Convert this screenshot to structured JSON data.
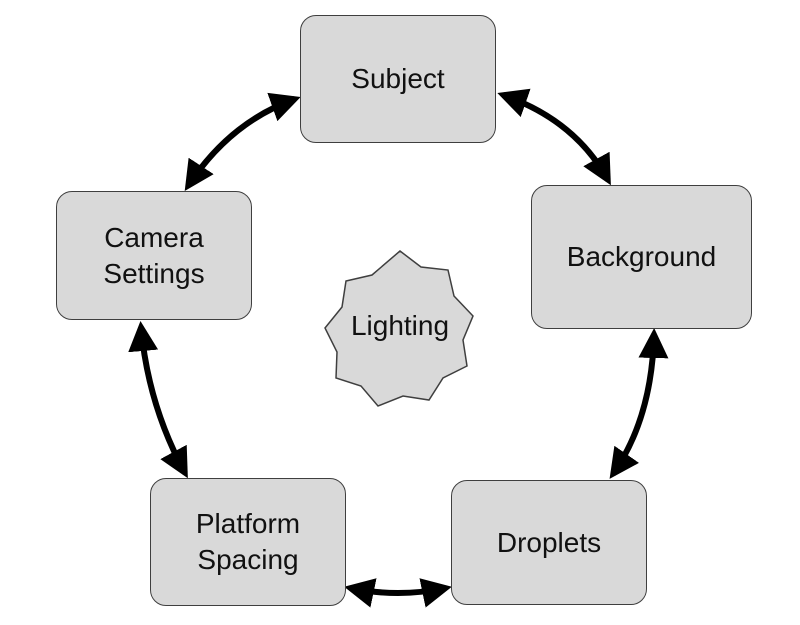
{
  "nodes": {
    "subject": "Subject",
    "background": "Background",
    "droplets": "Droplets",
    "platform_spacing": "Platform\nSpacing",
    "camera_settings": "Camera\nSettings"
  },
  "center": {
    "label": "Lighting"
  },
  "colors": {
    "node_fill": "#d9d9d9",
    "node_border": "#3f3f3f",
    "arrow": "#000000",
    "text": "#111111"
  }
}
